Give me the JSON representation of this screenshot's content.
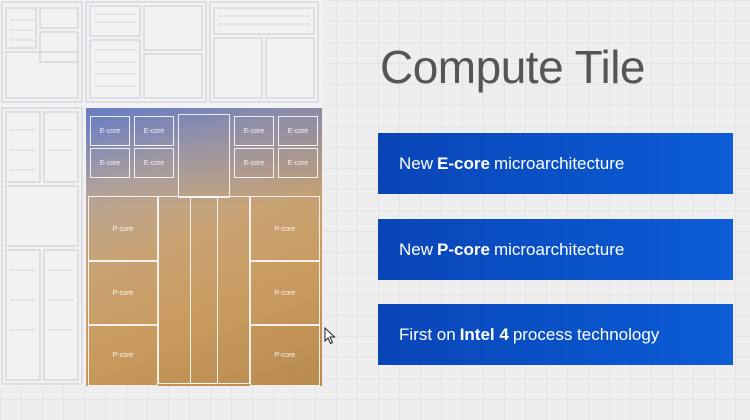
{
  "slide": {
    "title": "Compute Tile",
    "cards": [
      {
        "pre": "New",
        "bold": "E-core",
        "post": "microarchitecture"
      },
      {
        "pre": "New",
        "bold": "P-core",
        "post": "microarchitecture"
      },
      {
        "pre": "First on",
        "bold": "Intel 4",
        "post": "process technology"
      }
    ]
  },
  "die": {
    "ecore_label": "E-core",
    "pcore_label": "P-core"
  },
  "colors": {
    "card_blue": "#0a52c8",
    "title_gray": "#555555"
  }
}
